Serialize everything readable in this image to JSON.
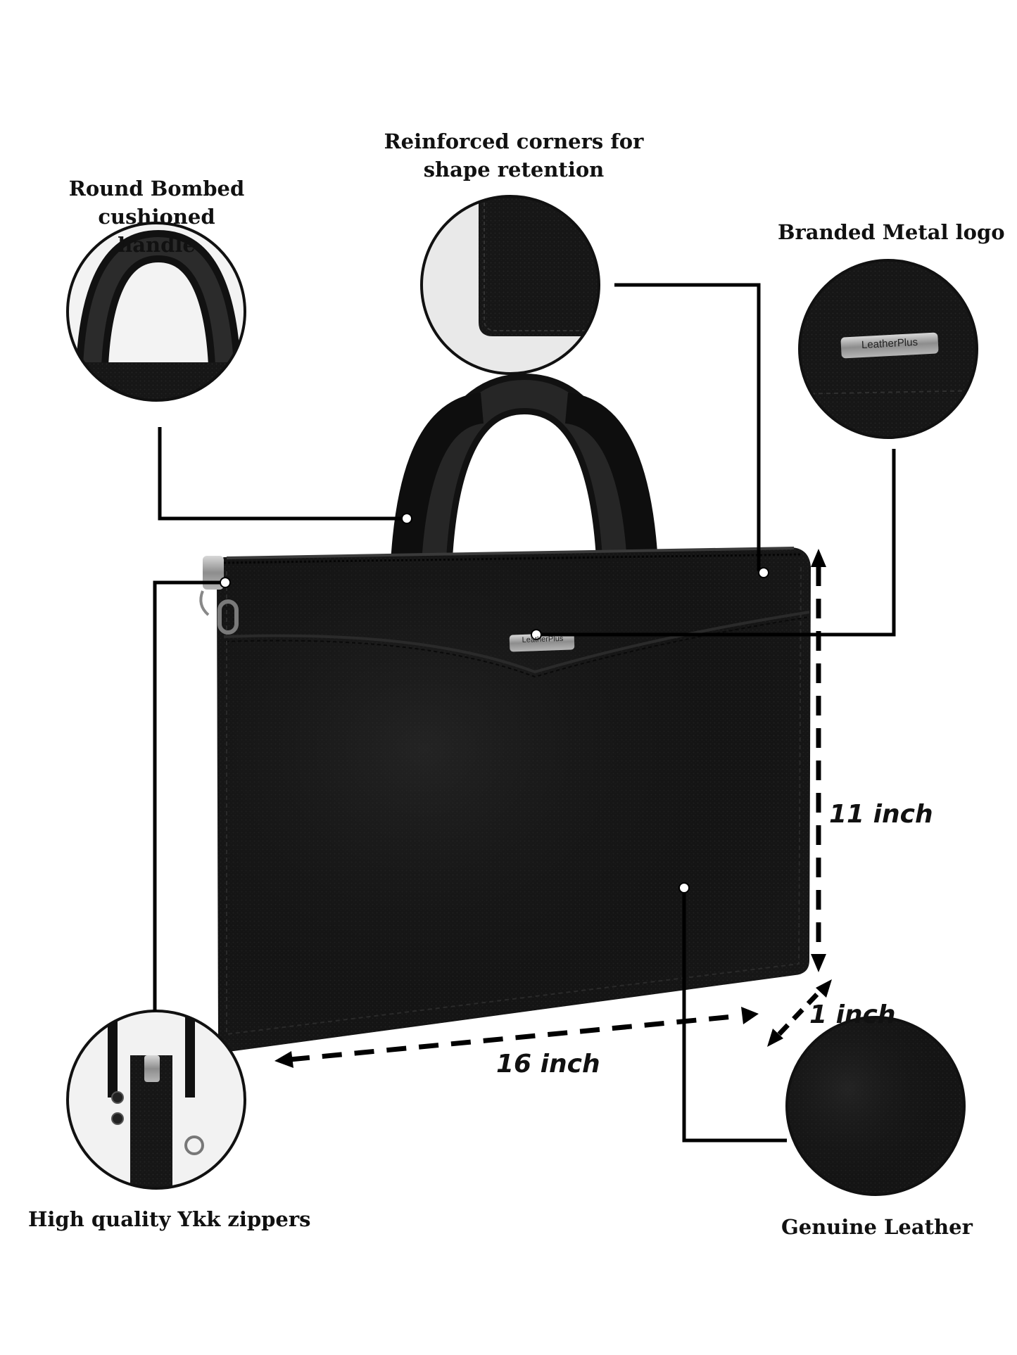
{
  "features": {
    "handle": "Round Bombed cushioned\nhandle",
    "corners": "Reinforced corners for\nshape retention",
    "logo": "Branded Metal logo",
    "zippers": "High quality Ykk zippers",
    "leather": "Genuine Leather"
  },
  "dimensions": {
    "height": "11 inch",
    "depth": "1 inch",
    "width": "16 inch"
  },
  "brand": {
    "logo_text": "LeatherPlus"
  },
  "colors": {
    "bag": "#151515",
    "leader_line": "#000000",
    "background": "#ffffff"
  }
}
